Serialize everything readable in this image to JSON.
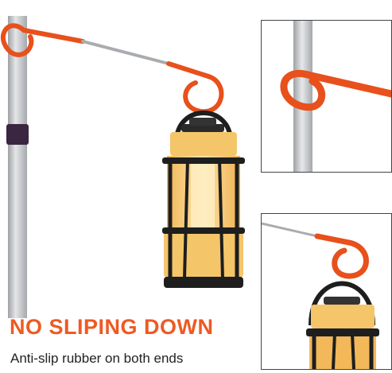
{
  "headline": "NO SLIPING DOWN",
  "subtitle": "Anti-slip rubber on both ends",
  "colors": {
    "accent": "#ee5a24",
    "hook_rubber": "#e8501c",
    "pole": "#c9cbcd",
    "lantern_body": "#f5c56a",
    "lantern_frame": "#1e1e1e"
  },
  "images": {
    "main": "lantern-hanging-on-pole-hook",
    "inset_top": "hook-closeup-on-pole",
    "inset_bottom": "lantern-on-hook-closeup"
  }
}
